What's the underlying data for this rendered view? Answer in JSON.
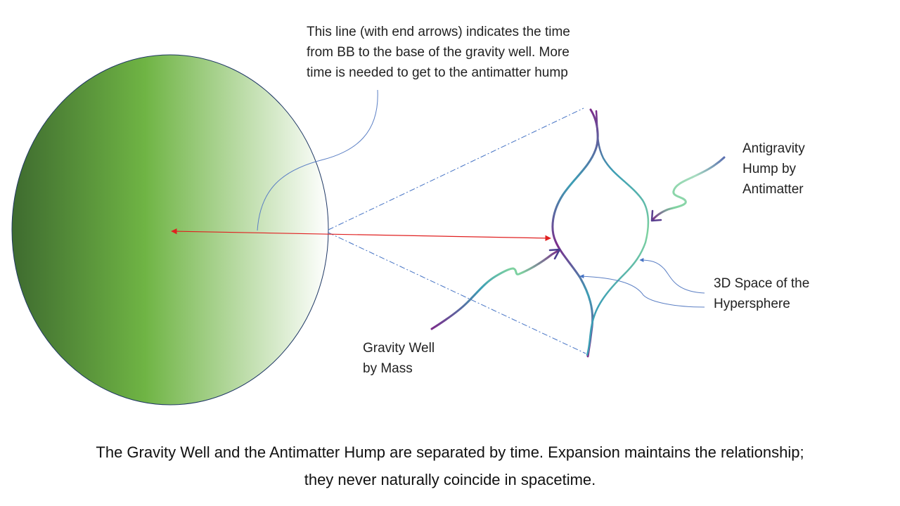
{
  "colors": {
    "sphere_dark": "#3e6b2f",
    "sphere_mid": "#6fb444",
    "sphere_light": "#ffffff",
    "outline": "#1f3864",
    "arrow": "#e02020",
    "dash_line": "#4472c4",
    "callout": "#5b7fc4",
    "curve_purple": "#7b2d8b",
    "curve_teal": "#3d9fb5",
    "curve_green": "#7fd3a0"
  },
  "annotations": {
    "time_note": [
      "This line (with end arrows) indicates the time",
      "from BB to the base of the gravity well. More",
      "time is needed to get to the antimatter hump"
    ],
    "antigravity": [
      "Antigravity",
      "Hump by",
      "Antimatter"
    ],
    "space_3d": [
      "3D Space of the",
      "Hypersphere"
    ],
    "gravity_well": [
      "Gravity Well",
      "by Mass"
    ]
  },
  "caption": [
    "The Gravity Well and the Antimatter Hump are separated by time.  Expansion maintains the relationship;",
    "they never naturally coincide in spacetime."
  ]
}
